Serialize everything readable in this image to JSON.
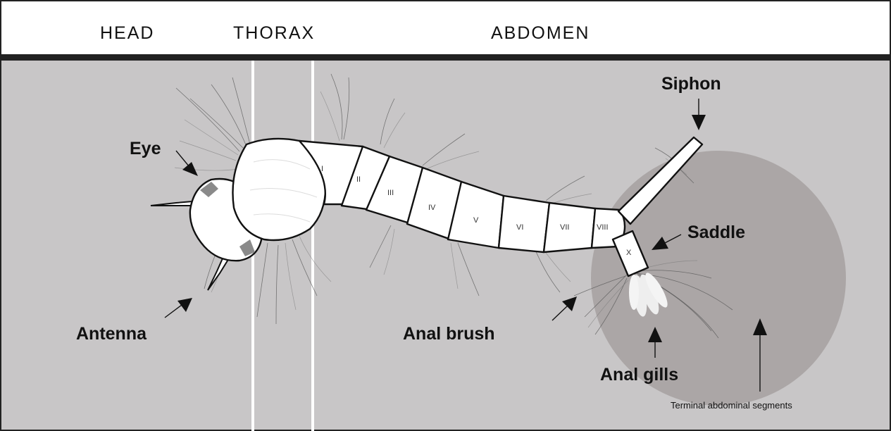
{
  "header": {
    "head": "HEAD",
    "thorax": "THORAX",
    "abdomen": "ABDOMEN"
  },
  "labels": {
    "eye": "Eye",
    "antenna": "Antenna",
    "siphon": "Siphon",
    "saddle": "Saddle",
    "anal_brush": "Anal brush",
    "anal_gills": "Anal gills",
    "terminal_segments": "Terminal abdominal segments"
  },
  "segments": [
    "I",
    "II",
    "III",
    "IV",
    "V",
    "VI",
    "VII",
    "VIII",
    "X"
  ],
  "colors": {
    "background": "#c8c6c7",
    "header_band": "#ffffff",
    "header_rule": "#222222",
    "terminal_circle": "#aba6a6",
    "divider": "#ffffff",
    "body_fill": "#ffffff",
    "outline": "#111111",
    "eye_patch": "#8a8a8a",
    "gills": "#eeeeee"
  }
}
